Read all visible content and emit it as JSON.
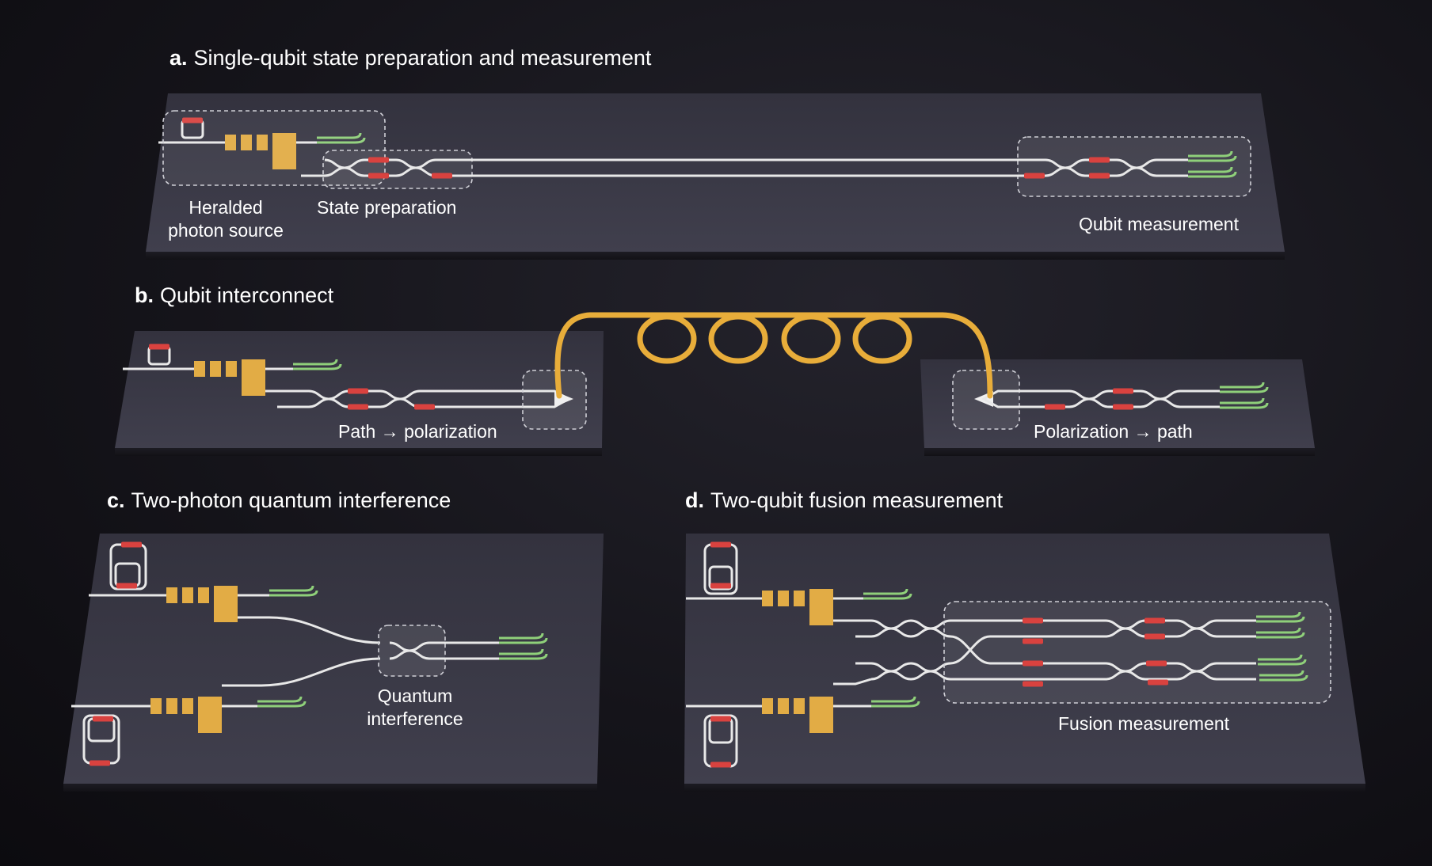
{
  "colors": {
    "background": "#15141a",
    "chip": "#3b3a47",
    "waveguide": "#e8e8e8",
    "phase_shifter": "#d9423f",
    "source_block": "#e2ac45",
    "detector": "#8fd07a",
    "fiber": "#e8ad3a"
  },
  "panels": {
    "a": {
      "letter": "a.",
      "title": "Single-qubit state preparation and measurement",
      "labels": {
        "source": "Heralded\nphoton source",
        "prep": "State preparation",
        "measure": "Qubit measurement"
      }
    },
    "b": {
      "letter": "b.",
      "title": "Qubit interconnect",
      "labels": {
        "left": "Path → polarization",
        "right": "Polarization → path"
      }
    },
    "c": {
      "letter": "c.",
      "title": "Two-photon quantum interference",
      "labels": {
        "interference": "Quantum\ninterference"
      }
    },
    "d": {
      "letter": "d.",
      "title": "Two-qubit fusion measurement",
      "labels": {
        "fusion": "Fusion measurement"
      }
    }
  }
}
